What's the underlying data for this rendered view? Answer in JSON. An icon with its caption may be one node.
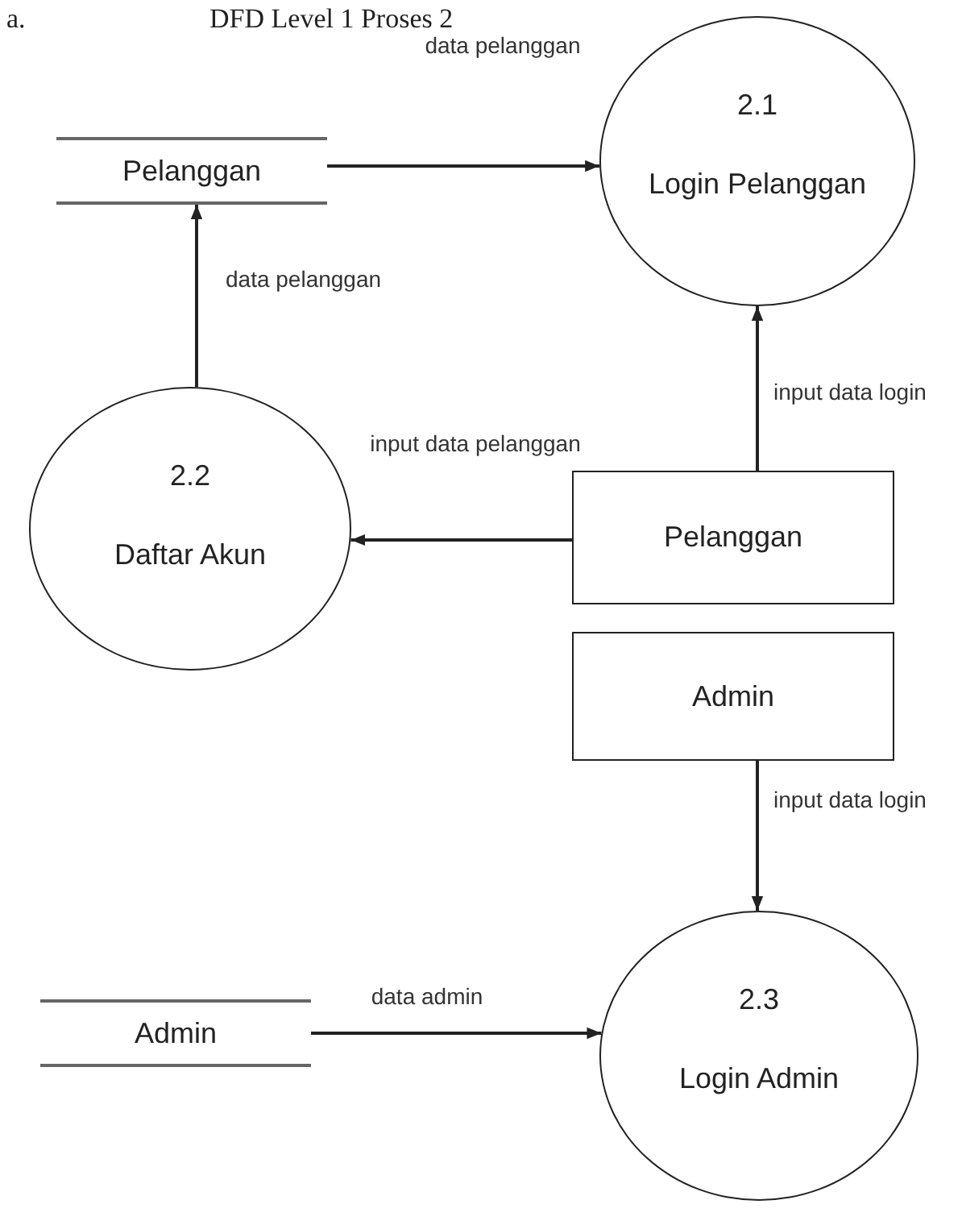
{
  "diagram": {
    "title": "DFD Level 1 Proses 2",
    "nodes": [
      {
        "text": [
          "Pelanggan"
        ]
      },
      {
        "text": [
          "2.1",
          "Login Pelanggan"
        ]
      },
      {
        "text": [
          "2.2",
          "Daftar Akun"
        ]
      },
      {
        "text": [
          "Pelanggan"
        ]
      },
      {
        "text": [
          "Admin"
        ]
      },
      {
        "text": [
          "2.3",
          "Login Admin"
        ]
      },
      {
        "text": [
          "Admin"
        ]
      }
    ],
    "edges": [
      {
        "from": 0,
        "to": 1,
        "arrow": "to",
        "label": "data pelanggan"
      },
      {
        "from": 2,
        "to": 0,
        "arrow": "to",
        "label": "data pelanggan"
      },
      {
        "from": 3,
        "to": 1,
        "arrow": "to",
        "label": "input data login"
      },
      {
        "from": 3,
        "to": 2,
        "arrow": "to",
        "label": "input data pelanggan"
      },
      {
        "from": 4,
        "to": 5,
        "arrow": "to",
        "label": "input data login"
      },
      {
        "from": 6,
        "to": 5,
        "arrow": "to",
        "label": "data admin"
      }
    ],
    "labels": [
      "a."
    ]
  }
}
